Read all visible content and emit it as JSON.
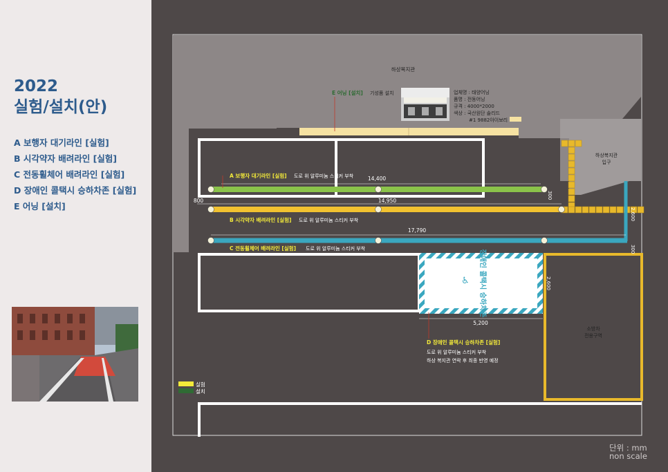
{
  "sidebar": {
    "year": "2022",
    "title": "실험/설치(안)",
    "items": [
      "A 보행자 대기라인 [실험]",
      "B 시각약자 배려라인 [실험]",
      "C 전동휠체어 배려라인 [실험]",
      "D 장애인 콜택시 승하차존 [실험]",
      "E 어닝 [설치]"
    ]
  },
  "plan": {
    "building": "하상복지관",
    "entrance": [
      "하상복지관",
      "입구"
    ],
    "fire_zone": [
      "소방차",
      "전용구역"
    ],
    "awning": {
      "label": "E 어닝 [설치]",
      "note": "기성품 설치",
      "specs": [
        "업체명 : 태양어닝",
        "품명 : 전동어닝",
        "규격 : 4000*2000",
        "색상 : 국산원단 솔리드",
        "#1 9882아이보리"
      ]
    },
    "line_a": {
      "label": "A 보행자 대기라인 [실험]",
      "note": "도로 위 알루미늄 스티커 부착",
      "length": "14,400"
    },
    "line_b": {
      "label": "B 시각약자 배려라인 [실험]",
      "note": "도로 위 알루미늄 스티커 부착",
      "length": "14,950"
    },
    "line_c": {
      "label": "C 전동휠체어 배려라인 [실험]",
      "note": "도로 위 알루미늄 스티커 부착",
      "length": "17,790"
    },
    "zone_d": {
      "label": "D 장애인 콜택시 승하차존 [실험]",
      "notes": [
        "도로 위 알루미늄 스티커 부착",
        "하상 복지관 연락 후 최종 반영 예정"
      ],
      "width": "5,200",
      "height": "2,600",
      "sign": "장애인 콜택시 승하차존"
    },
    "dims": {
      "left": "800",
      "a_end": "300",
      "right_h": "2,600",
      "right_b": "300"
    },
    "legend": {
      "experiment": "실험",
      "install": "설치",
      "experiment_color": "#f3ea3a",
      "install_color": "#2f6b34"
    },
    "colors": {
      "line_a": "#8bc34a",
      "line_b": "#f2c230",
      "line_c": "#3aa7bf",
      "tactile": "#e8b92b",
      "awning": "#f6e2a2"
    },
    "unit": "단위 : mm",
    "scale": "non scale"
  }
}
